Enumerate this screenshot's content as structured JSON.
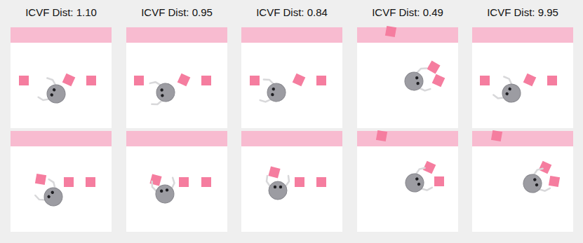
{
  "diagram": {
    "labels": [
      "ICVF Dist: 1.10",
      "ICVF Dist: 0.95",
      "ICVF Dist: 0.84",
      "ICVF Dist: 0.49",
      "ICVF Dist: 9.95"
    ]
  }
}
